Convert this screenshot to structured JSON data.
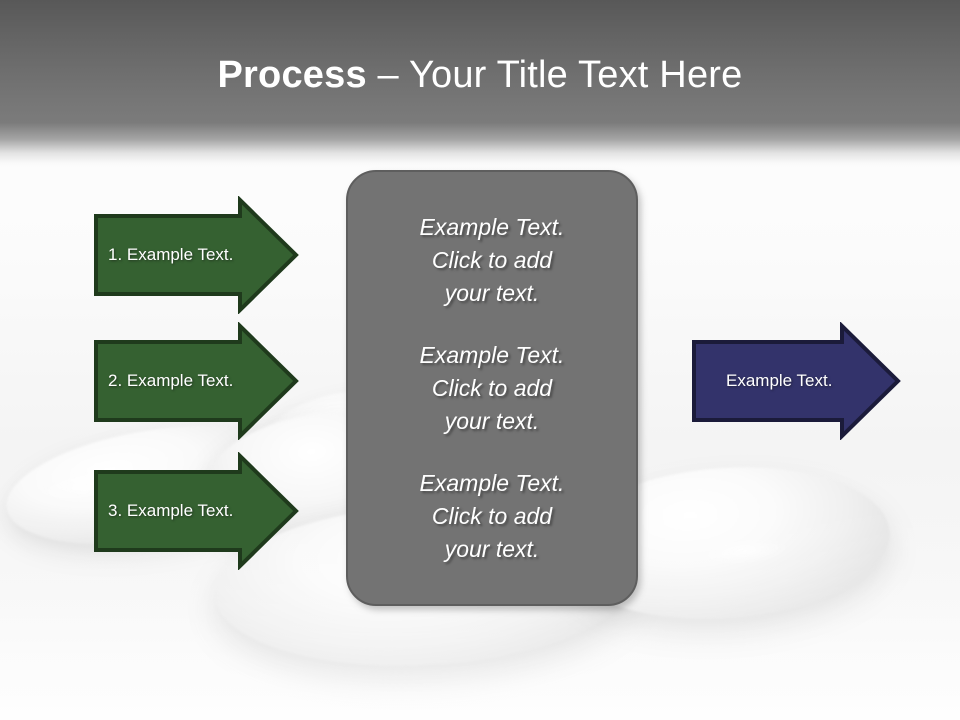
{
  "slide": {
    "title_bold": "Process",
    "title_rest": " – Your Title Text Here"
  },
  "colors": {
    "header_band_dark": "#585858",
    "header_band_light": "#7b7b7b",
    "panel_fill": "#737373",
    "panel_border": "#5e5e5e",
    "green_arrow_fill": "#356131",
    "green_arrow_border": "#1f3a1c",
    "blue_arrow_fill": "#33336b",
    "blue_arrow_border": "#1b1b3a",
    "text_on_shape": "#ffffff",
    "background": "#f7f7f7"
  },
  "center_panel": {
    "blocks": [
      {
        "text": "Example Text.\nClick  to add\nyour text."
      },
      {
        "text": "Example Text.\nClick  to add\nyour text."
      },
      {
        "text": "Example Text.\nClick  to add\nyour text."
      }
    ]
  },
  "input_arrows": [
    {
      "label": "1. Example Text.",
      "color": "#356131"
    },
    {
      "label": "2. Example Text.",
      "color": "#356131"
    },
    {
      "label": "3. Example Text.",
      "color": "#356131"
    }
  ],
  "output_arrow": {
    "label": "Example Text.",
    "color": "#33336b"
  },
  "background_decor": {
    "motif": "zen-stones",
    "stone_count": 5
  }
}
